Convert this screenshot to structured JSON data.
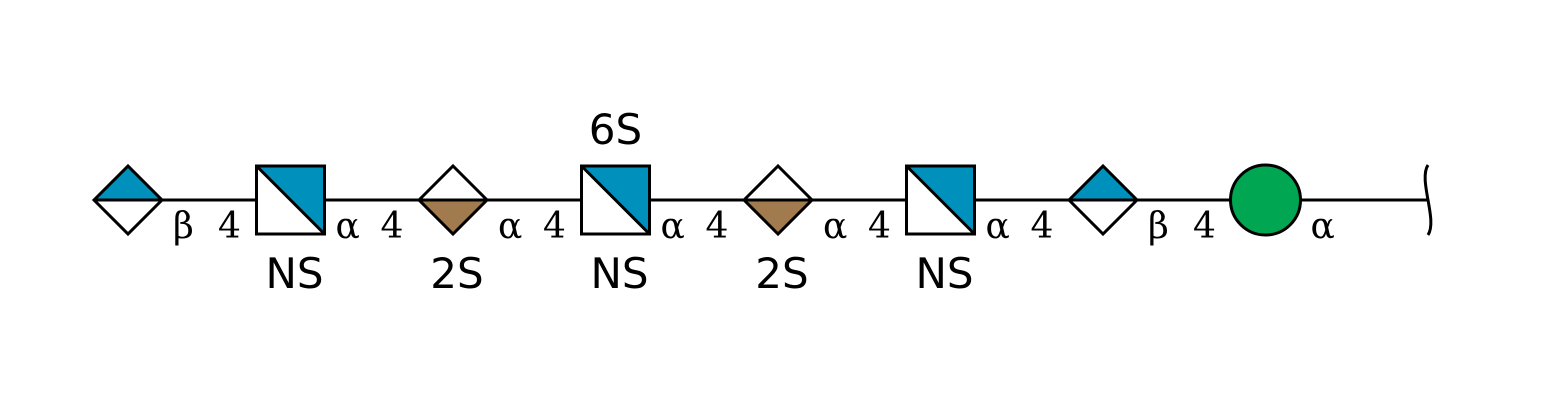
{
  "colors": {
    "blue": "#0090bc",
    "tan": "#a17a4d",
    "green": "#00a651",
    "white": "#ffffff",
    "stroke": "#000000"
  },
  "residues": [
    {
      "id": "r1",
      "shape": "diamond",
      "fill_part": "top",
      "color": "blue",
      "above": "",
      "below": ""
    },
    {
      "id": "r2",
      "shape": "square",
      "fill_part": "upper-right",
      "color": "blue",
      "above": "",
      "below": "NS"
    },
    {
      "id": "r3",
      "shape": "diamond",
      "fill_part": "bottom",
      "color": "tan",
      "above": "",
      "below": "2S"
    },
    {
      "id": "r4",
      "shape": "square",
      "fill_part": "upper-right",
      "color": "blue",
      "above": "6S",
      "below": "NS"
    },
    {
      "id": "r5",
      "shape": "diamond",
      "fill_part": "bottom",
      "color": "tan",
      "above": "",
      "below": "2S"
    },
    {
      "id": "r6",
      "shape": "square",
      "fill_part": "upper-right",
      "color": "blue",
      "above": "",
      "below": "NS"
    },
    {
      "id": "r7",
      "shape": "diamond",
      "fill_part": "top",
      "color": "blue",
      "above": "",
      "below": ""
    },
    {
      "id": "r8",
      "shape": "circle",
      "fill_part": "full",
      "color": "green",
      "above": "",
      "below": ""
    }
  ],
  "linkages": [
    {
      "anomer": "β",
      "position": "4"
    },
    {
      "anomer": "α",
      "position": "4"
    },
    {
      "anomer": "α",
      "position": "4"
    },
    {
      "anomer": "α",
      "position": "4"
    },
    {
      "anomer": "α",
      "position": "4"
    },
    {
      "anomer": "α",
      "position": "4"
    },
    {
      "anomer": "β",
      "position": "4"
    },
    {
      "anomer": "α",
      "position": ""
    }
  ]
}
